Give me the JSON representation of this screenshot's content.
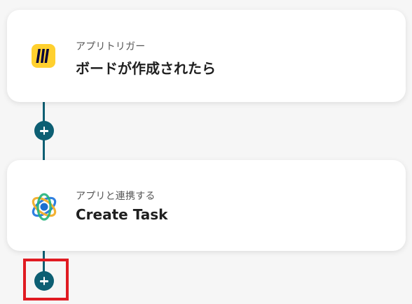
{
  "flow": {
    "steps": [
      {
        "subtitle": "アプリトリガー",
        "title": "ボードが作成されたら",
        "icon": "miro-logo-icon",
        "icon_bg": "#FFD02F"
      },
      {
        "subtitle": "アプリと連携する",
        "title": "Create Task",
        "icon": "create-task-app-icon"
      }
    ],
    "connector_color": "#0d5f73",
    "highlight_color": "#e01b22"
  }
}
